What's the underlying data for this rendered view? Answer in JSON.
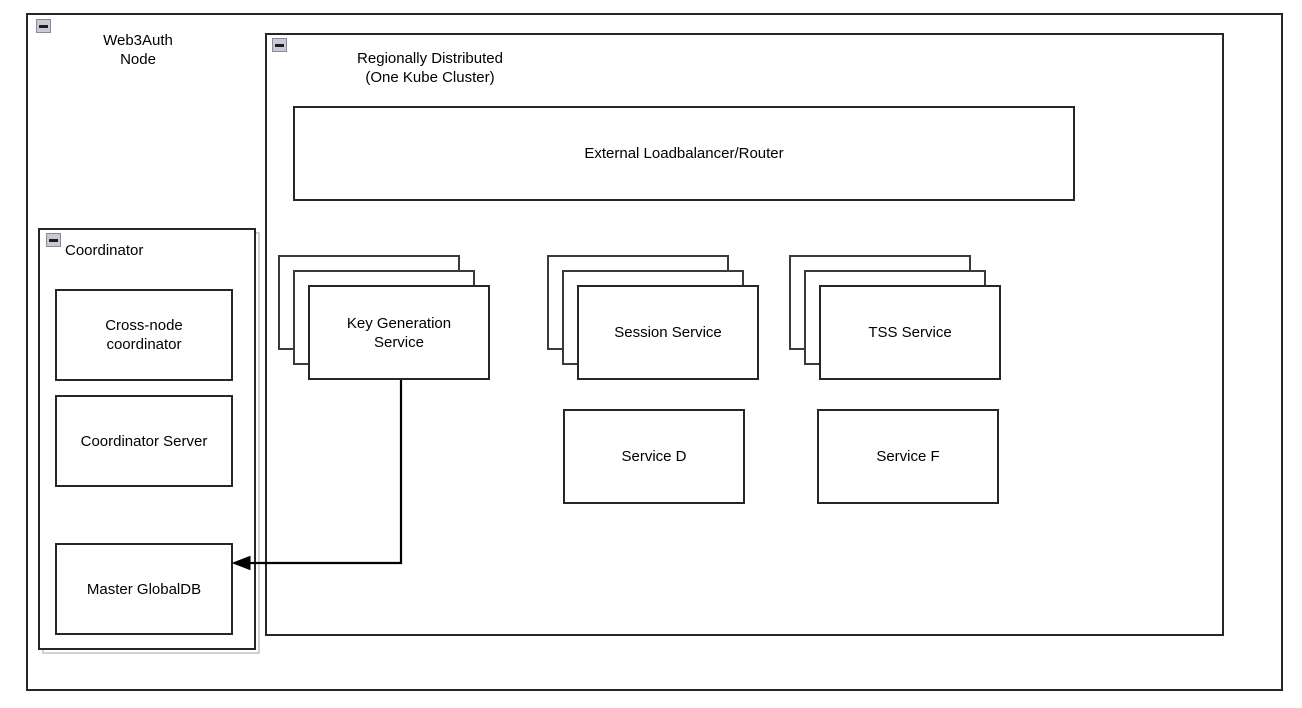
{
  "diagram": {
    "containers": {
      "node": {
        "title": "Web3Auth\nNode",
        "collapse_icon": "minus-icon"
      },
      "cluster": {
        "title": "Regionally Distributed\n(One Kube Cluster)",
        "collapse_icon": "minus-icon"
      },
      "coordinator": {
        "title": "Coordinator",
        "collapse_icon": "minus-icon"
      }
    },
    "coordinator_children": [
      {
        "label": "Cross-node\ncoordinator"
      },
      {
        "label": "Coordinator Server"
      },
      {
        "label": "Master GlobalDB"
      }
    ],
    "cluster_children": {
      "loadbalancer": {
        "label": "External Loadbalancer/Router"
      },
      "stacks": [
        {
          "label": "Key Generation\nService",
          "instances": 3
        },
        {
          "label": "Session Service",
          "instances": 3
        },
        {
          "label": "TSS Service",
          "instances": 3
        }
      ],
      "services": [
        {
          "label": "Service D"
        },
        {
          "label": "Service F"
        }
      ]
    },
    "connectors": [
      {
        "name": "key-generation-service-to-master-globaldb",
        "from": "Key Generation Service",
        "to": "Master GlobalDB",
        "arrow": "end"
      }
    ],
    "colors": {
      "stroke": "#262626",
      "stack_stroke": "#3a3a3a",
      "shadow_stroke": "#d0d0d0",
      "icon_fill": "#c9c9d4",
      "icon_border": "#8a8a99",
      "background": "#ffffff"
    }
  }
}
